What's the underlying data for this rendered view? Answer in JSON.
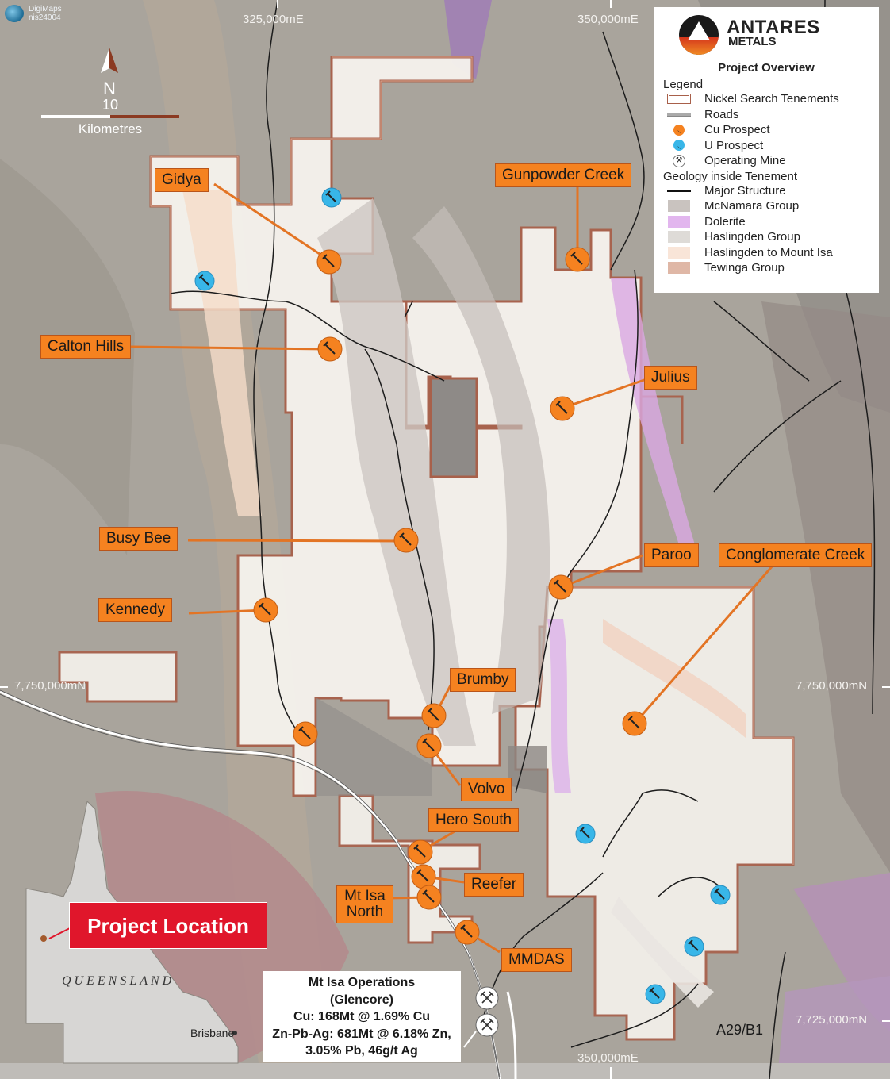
{
  "header": {
    "source_name": "DigiMaps",
    "source_id": "nis24004"
  },
  "north_arrow": {
    "label": "N"
  },
  "scale_bar": {
    "value": "10",
    "unit": "Kilometres"
  },
  "grid_labels": {
    "top_easting_left": "325,000mE",
    "top_easting_right": "350,000mE",
    "bottom_easting": "350,000mE",
    "left_northing": "7,750,000mN",
    "right_northing_upper": "7,750,000mN",
    "right_northing_lower": "7,725,000mN"
  },
  "legend": {
    "logo_name": "ANTARES",
    "logo_sub": "METALS",
    "title": "Project Overview",
    "legend_header": "Legend",
    "items": [
      {
        "label": "Nickel Search Tenements",
        "icon": "tenement-outline-icon"
      },
      {
        "label": "Roads",
        "icon": "road-line-icon"
      },
      {
        "label": "Cu Prospect",
        "icon": "cu-prospect-icon",
        "color": "#f58220"
      },
      {
        "label": "U Prospect",
        "icon": "u-prospect-icon",
        "color": "#38b6e8"
      },
      {
        "label": "Operating Mine",
        "icon": "operating-mine-icon"
      }
    ],
    "geology_header": "Geology inside Tenement",
    "geology_items": [
      {
        "label": "Major Structure",
        "icon": "major-structure-line-icon",
        "color": "#111111"
      },
      {
        "label": "McNamara Group",
        "color": "#c9c3bf"
      },
      {
        "label": "Dolerite",
        "color": "#e2b6ee"
      },
      {
        "label": "Haslingden Group",
        "color": "#dedbd7"
      },
      {
        "label": "Haslingden to Mount Isa",
        "color": "#f9e5d8"
      },
      {
        "label": "Tewinga Group",
        "color": "#dfb7a6"
      }
    ]
  },
  "prospects": [
    {
      "name": "Gidya",
      "type": "Cu"
    },
    {
      "name": "Gunpowder Creek",
      "type": "Cu"
    },
    {
      "name": "Calton Hills",
      "type": "Cu"
    },
    {
      "name": "Julius",
      "type": "Cu"
    },
    {
      "name": "Busy Bee",
      "type": "Cu"
    },
    {
      "name": "Paroo",
      "type": "Cu"
    },
    {
      "name": "Conglomerate Creek",
      "type": "Cu"
    },
    {
      "name": "Kennedy",
      "type": "Cu"
    },
    {
      "name": "Brumby",
      "type": "Cu"
    },
    {
      "name": "Volvo",
      "type": "Cu"
    },
    {
      "name": "Hero South",
      "type": "Cu"
    },
    {
      "name": "Reefer",
      "type": "Cu"
    },
    {
      "name": "Mt Isa North",
      "type": "Cu"
    },
    {
      "name": "MMDAS",
      "type": "Cu"
    }
  ],
  "mt_isa_box": {
    "line1": "Mt Isa Operations",
    "line2": "(Glencore)",
    "line3": "Cu: 168Mt @ 1.69% Cu",
    "line4": "Zn-Pb-Ag: 681Mt @ 6.18% Zn,",
    "line5": "3.05% Pb, 46g/t Ag"
  },
  "inset": {
    "callout": "Project Location",
    "state": "QUEENSLAND",
    "city": "Brisbane"
  },
  "map_reference": "A29/B1",
  "colors": {
    "cu_prospect": "#f58220",
    "u_prospect": "#38b6e8",
    "tenement_outline": "#a8604a",
    "project_location": "#e0162b"
  }
}
